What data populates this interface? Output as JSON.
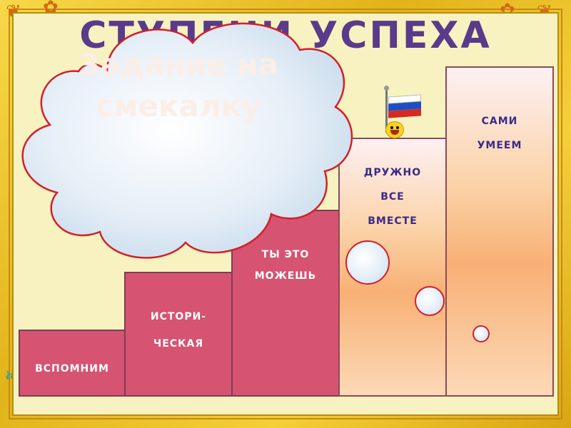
{
  "slide": {
    "title": "СТУПЕНИ УСПЕХА",
    "cloud_text_line1": "Задание на",
    "cloud_text_line2": "смекалку"
  },
  "steps": [
    {
      "label": [
        "ВСПОМНИМ"
      ]
    },
    {
      "label": [
        "ИСТОРИ-",
        "ЧЕСКАЯ"
      ]
    },
    {
      "label": [
        "ТЫ ЭТО",
        "МОЖЕШЬ"
      ]
    },
    {
      "label": [
        "ДРУЖНО",
        "ВСЕ",
        "ВМЕСТЕ"
      ]
    },
    {
      "label": [
        "САМИ",
        "УМЕЕМ"
      ]
    }
  ],
  "icons": {
    "flag": "russian-flag-icon",
    "smiley": "smiley-icon",
    "ornament": "corner-ornament-icon"
  },
  "colors": {
    "frame": "#e9c020",
    "board": "#f7f2c0",
    "step_pink": "#d65372",
    "title": "#5a3a8a",
    "bubble_border": "#d2202a"
  }
}
